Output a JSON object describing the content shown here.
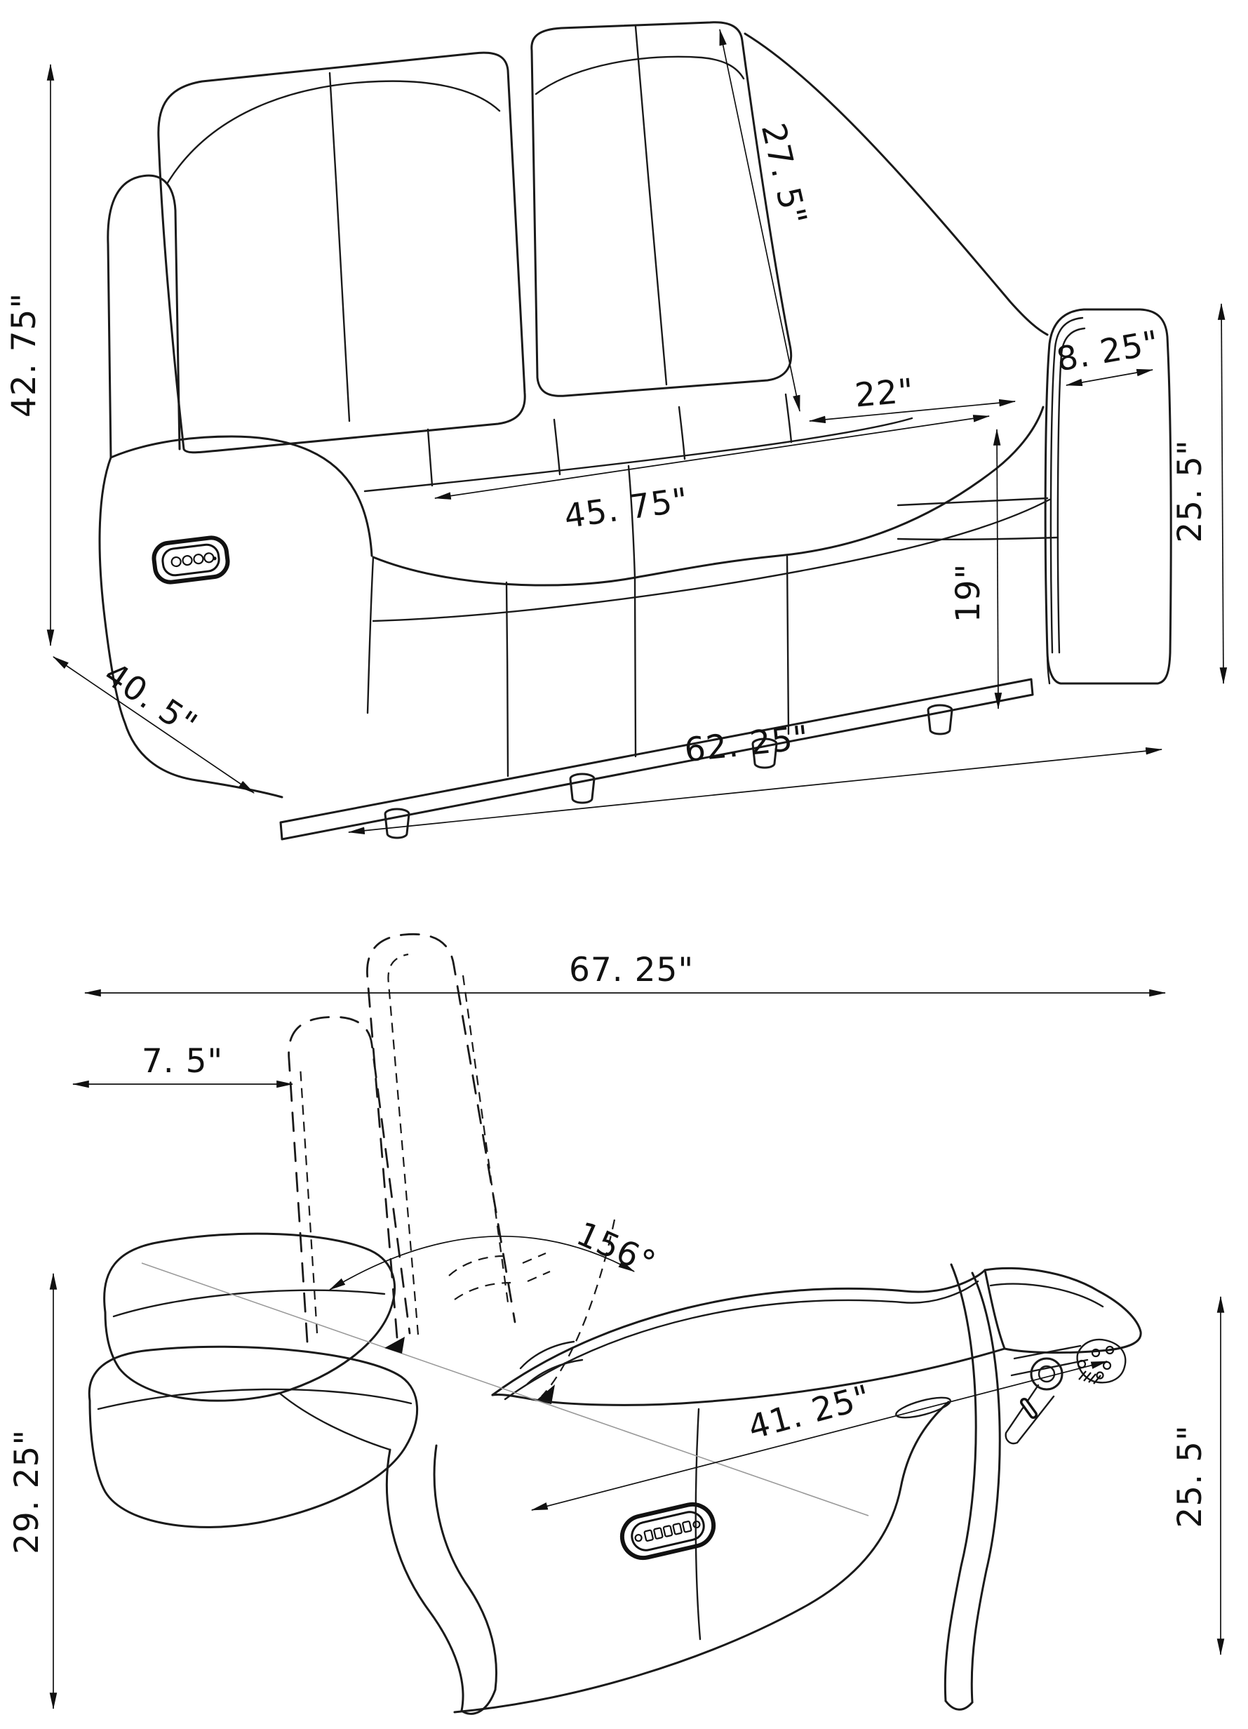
{
  "document": {
    "type": "furniture-dimension-drawing",
    "background_color": "#ffffff",
    "line_color": "#1a1a1a",
    "dimension_color": "#111111",
    "construction_line_color": "#999999"
  },
  "views": {
    "loveseat": {
      "label": "power loveseat front perspective view",
      "dims": {
        "overall_height": "42. 75\"",
        "back_cushion_height": "27. 5\"",
        "seat_depth": "22\"",
        "seat_width": "45. 75\"",
        "seat_height": "19\"",
        "arm_width": "8. 25\"",
        "arm_height": "25. 5\"",
        "overall_depth": "40. 5\"",
        "overall_width": "62. 25\""
      }
    },
    "recliner": {
      "label": "recliner fully reclined side view",
      "dims": {
        "reclined_length": "67. 25\"",
        "wall_clearance": "7. 5\"",
        "recline_angle": "156°",
        "seatback_reclined_length": "41. 25\"",
        "reclined_height": "29. 25\"",
        "arm_height": "25. 5\""
      }
    },
    "icons": {
      "power_panel": "power-recline-button-panel"
    }
  }
}
